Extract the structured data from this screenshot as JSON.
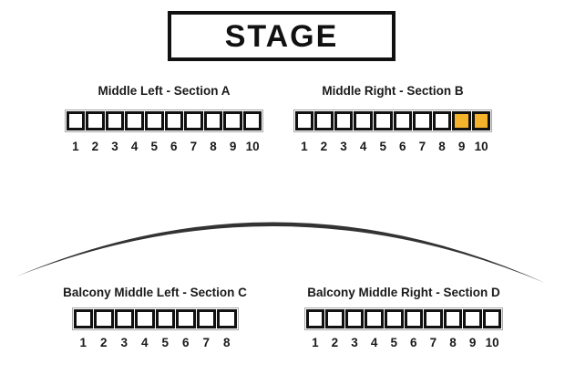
{
  "stage": {
    "label": "STAGE"
  },
  "colors": {
    "seat_available": "#ffffff",
    "seat_selected": "#f5b32c",
    "seat_border": "#111111",
    "row_outline": "#a8a8a8",
    "curve": "#333333",
    "text": "#1a1a1a"
  },
  "sections": [
    {
      "key": "a",
      "label": "Middle Left - Section A",
      "numbers": [
        "1",
        "2",
        "3",
        "4",
        "5",
        "6",
        "7",
        "8",
        "9",
        "10"
      ],
      "selected_seats": []
    },
    {
      "key": "b",
      "label": "Middle Right - Section B",
      "numbers": [
        "1",
        "2",
        "3",
        "4",
        "5",
        "6",
        "7",
        "8",
        "9",
        "10"
      ],
      "selected_seats": [
        9,
        10
      ]
    },
    {
      "key": "c",
      "label": "Balcony Middle Left - Section C",
      "numbers": [
        "1",
        "2",
        "3",
        "4",
        "5",
        "6",
        "7",
        "8"
      ],
      "selected_seats": []
    },
    {
      "key": "d",
      "label": "Balcony Middle Right - Section D",
      "numbers": [
        "1",
        "2",
        "3",
        "4",
        "5",
        "6",
        "7",
        "8",
        "9",
        "10"
      ],
      "selected_seats": []
    }
  ]
}
